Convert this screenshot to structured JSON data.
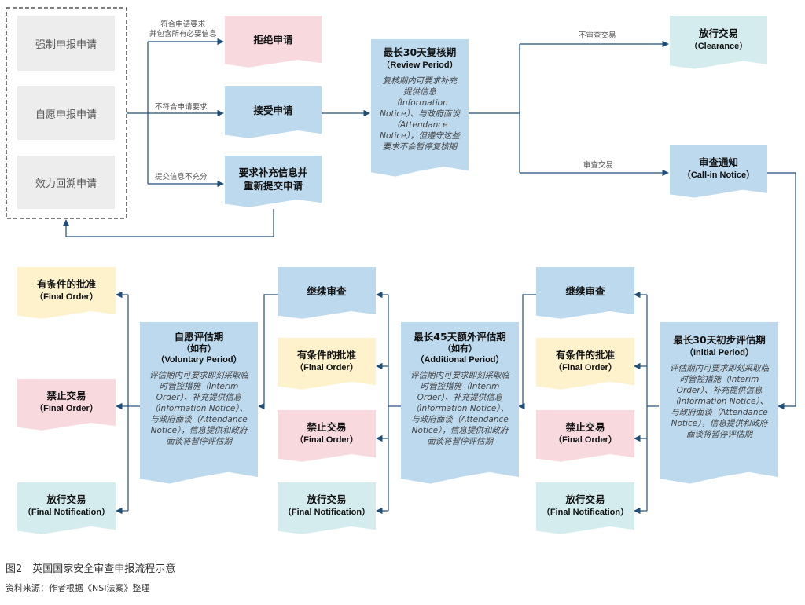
{
  "applications": {
    "mandatory": "强制申报申请",
    "voluntary": "自愿申报申请",
    "retrospective": "效力回溯申请"
  },
  "decisions": {
    "reject": "拒绝申请",
    "accept": "接受申请",
    "resubmit": "要求补充信息并重新提交申请"
  },
  "edges": {
    "reject_label": "符合申请要求\n并包含所有必要信息",
    "accept_label": "不符合申请要求",
    "resubmit_label": "提交信息不充分",
    "not_review_label": "不审查交易",
    "review_label": "审查交易"
  },
  "review_period": {
    "title": "最长30天复核期",
    "title_en": "（Review Period）",
    "desc": "复核期内可要求补充提供信息（Information Notice）、与政府面谈（Attendance Notice），但遵守这些要求不会暂停复核期"
  },
  "clearance": {
    "title": "放行交易",
    "title_en": "（Clearance）"
  },
  "call_in": {
    "title": "审查通知",
    "title_en": "（Call-in Notice）"
  },
  "initial_period": {
    "title": "最长30天初步评估期",
    "title_en": "（Initial Period）",
    "desc": "评估期内可要求即刻采取临时管控措施（Interim Order）、补充提供信息（Information Notice）、与政府面谈（Attendance Notice），信息提供和政府面谈将暂停评估期"
  },
  "additional_period": {
    "title": "最长45天额外评估期",
    "sub": "（如有）",
    "title_en": "（Additional Period）",
    "desc": "评估期内可要求即刻采取临时管控措施（Interim Order）、补充提供信息（Information Notice）、与政府面谈（Attendance Notice），信息提供和政府面谈将暂停评估期"
  },
  "voluntary_period": {
    "title": "自愿评估期",
    "sub": "（如有）",
    "title_en": "（Voluntary Period）",
    "desc": "评估期内可要求即刻采取临时管控措施（Interim Order）、补充提供信息（Information Notice）、与政府面谈（Attendance Notice），信息提供和政府面谈将暂停评估期"
  },
  "outcomes": {
    "continue": "继续审查",
    "conditional": "有条件的批准",
    "final_order": "（Final Order）",
    "prohibit": "禁止交易",
    "release": "放行交易",
    "final_notification": "（Final Notification）"
  },
  "caption": "图2　英国国家安全审查申报流程示意",
  "source": "资料来源：作者根据《NSI法案》整理",
  "colors": {
    "gray": "#ededed",
    "pink": "#f7d9de",
    "blue": "#bcd9ee",
    "cyan": "#d4ecee",
    "yellow": "#fdf2cc",
    "line": "#1f4e79"
  }
}
